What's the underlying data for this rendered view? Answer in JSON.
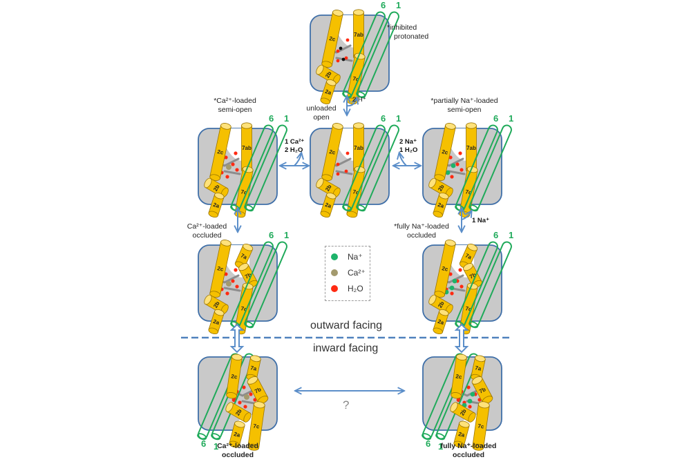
{
  "figure": {
    "colors": {
      "membrane_box": "#c9c9c9",
      "membrane_border": "#3f6fa8",
      "helix_fill": "#f5c000",
      "helix_stroke": "#9a7400",
      "tm_outline": "#1faa5a",
      "na_ion": "#1db36a",
      "ca_ion": "#a39a6e",
      "water": "#ff2a12",
      "arrow": "#5b8ec9",
      "divider": "#4f81bd"
    },
    "states": [
      {
        "id": "inhibited",
        "label_line1": "*inhibited",
        "label_line2": "protonated",
        "ions": "protonated"
      },
      {
        "id": "unloaded-open",
        "label_line1": "unloaded",
        "label_line2": "open",
        "ions": "none"
      },
      {
        "id": "ca-semi-open",
        "label_line1": "*Ca²⁺-loaded",
        "label_line2": "semi-open",
        "ions": "ca"
      },
      {
        "id": "na-partial-semi-open",
        "label_line1": "*partially Na⁺-loaded",
        "label_line2": "semi-open",
        "ions": "na-partial"
      },
      {
        "id": "ca-occluded-out",
        "label_line1": "Ca²⁺-loaded",
        "label_line2": "occluded",
        "ions": "ca"
      },
      {
        "id": "na-occluded-out",
        "label_line1": "*fully Na⁺-loaded",
        "label_line2": "occluded",
        "ions": "na"
      },
      {
        "id": "ca-occluded-in",
        "label_line1": "Ca²⁺-loaded",
        "label_line2": "occluded",
        "ions": "ca"
      },
      {
        "id": "na-occluded-in",
        "label_line1": "fully Na⁺-loaded",
        "label_line2": "occluded",
        "ions": "na"
      }
    ],
    "helix_labels": {
      "h2a": "2a",
      "h2b": "2b",
      "h2c": "2c",
      "h7ab": "7ab",
      "h7a": "7a",
      "h7b": "7b",
      "h7c": "7c",
      "tm6": "6",
      "tm1": "1"
    },
    "exchanges": {
      "protons": "2 H⁺",
      "calcium_line1": "1 Ca²⁺",
      "calcium_line2": "2 H₂O",
      "sodium_line1": "2 Na⁺",
      "sodium_line2": "1 H₂O",
      "sodium_single": "1 Na⁺"
    },
    "regions": {
      "outward": "outward facing",
      "inward": "inward facing"
    },
    "unknown_transition": "?",
    "legend": [
      {
        "label": "Na⁺",
        "color": "#1db36a"
      },
      {
        "label": "Ca²⁺",
        "color": "#a39a6e"
      },
      {
        "label": "H₂O",
        "color": "#ff2a12"
      }
    ]
  }
}
